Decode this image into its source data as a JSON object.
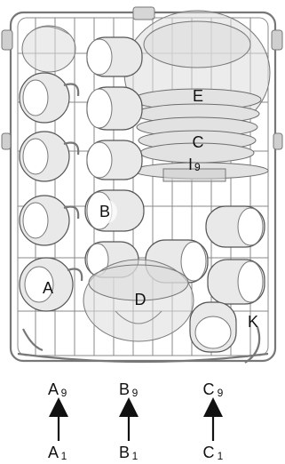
{
  "diagram": {
    "rack_labels": {
      "A": "A",
      "B": "B",
      "C": "C",
      "D": "D",
      "E": "E",
      "I": "I",
      "I_sub": "9",
      "K": "K"
    },
    "sequences": [
      {
        "top": "A",
        "top_sub": "9",
        "bottom": "A",
        "bottom_sub": "1"
      },
      {
        "top": "B",
        "top_sub": "9",
        "bottom": "B",
        "bottom_sub": "1"
      },
      {
        "top": "C",
        "top_sub": "9",
        "bottom": "C",
        "bottom_sub": "1"
      }
    ]
  }
}
